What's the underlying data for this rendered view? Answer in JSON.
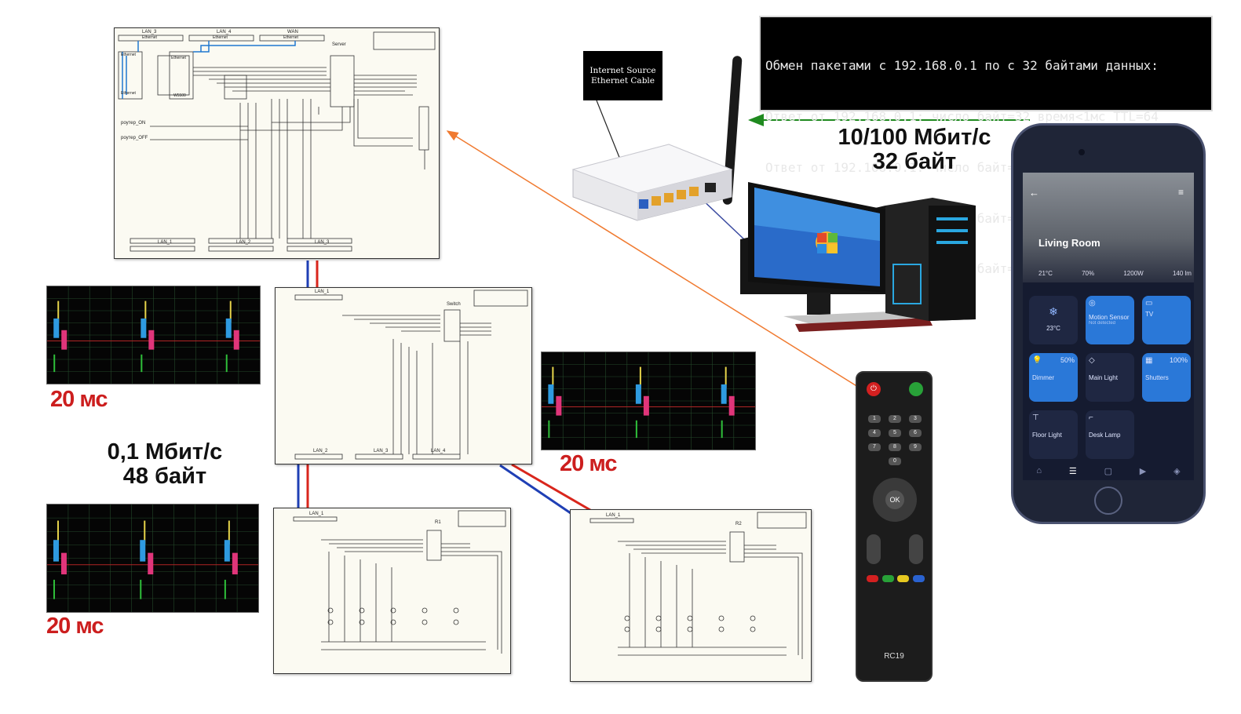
{
  "terminal": {
    "lines": [
      "Обмен пакетами с 192.168.0.1 по с 32 байтами данных:",
      "Ответ от 192.168.0.1: число байт=32 время<1мс TTL=64",
      "Ответ от 192.168.0.1: число байт=32 время<1мс TTL=64",
      "Ответ от 192.168.0.1: число байт=32 время<1мс TTL=64",
      "Ответ от 192.168.0.1: число байт=32 время<1мс TTL=64"
    ]
  },
  "labels": {
    "source_line1": "Internet Source",
    "source_line2": "Ethernet Cable",
    "speed_fast_line1": "10/100 Мбит/с",
    "speed_fast_line2": "32 байт",
    "speed_slow_line1": "0,1 Мбит/с",
    "speed_slow_line2": "48 байт",
    "scope1": "20 мс",
    "scope2": "20 мс",
    "scope3": "20 мс"
  },
  "server_schematic": {
    "title": "Server",
    "top_ports": [
      "LAN_3",
      "LAN_4",
      "WAN"
    ],
    "top_ports_sub": [
      "Ethernet",
      "Ethernet",
      "Ethernet"
    ],
    "left_blocks": [
      "Ethernet",
      "Ethernet",
      "Ethernet"
    ],
    "chip_label": "W5500",
    "buttons": [
      "роутер_ON",
      "роутер_OFF"
    ],
    "bottom_ports": [
      "LAN_1",
      "LAN_2",
      "LAN_3"
    ]
  },
  "switch_schematic": {
    "title": "Switch",
    "top_port": "LAN_1",
    "bottom_ports": [
      "LAN_2",
      "LAN_3",
      "LAN_4"
    ]
  },
  "relay_schematic_1": {
    "title": "R1",
    "top_port": "LAN_1"
  },
  "relay_schematic_2": {
    "title": "R2",
    "top_port": "LAN_1"
  },
  "phone": {
    "room": "Living Room",
    "stats": [
      "21°C",
      "70%",
      "1200W",
      "140 lm"
    ],
    "tiles": [
      {
        "label": "23°C",
        "value": ""
      },
      {
        "label": "Motion Sensor",
        "value": "Not detected"
      },
      {
        "label": "TV",
        "value": ""
      },
      {
        "label": "Dimmer",
        "value": "50%"
      },
      {
        "label": "Main Light",
        "value": ""
      },
      {
        "label": "Shutters",
        "value": "100%"
      },
      {
        "label": "Floor Light",
        "value": ""
      },
      {
        "label": "Desk Lamp",
        "value": ""
      }
    ]
  },
  "remote": {
    "model": "RC19",
    "ok_label": "OK",
    "digits": [
      "1",
      "2",
      "3",
      "4",
      "5",
      "6",
      "7",
      "8",
      "9",
      "0"
    ]
  },
  "colors": {
    "arrow_orange": "#f07a30",
    "arrow_green": "#1f8a1f",
    "scope_blue": "#2e9ae0",
    "scope_pink": "#e0357a",
    "scope_yellow": "#e6d44a",
    "scope_green": "#2fbf3a",
    "label_red": "#cc1e1e"
  }
}
